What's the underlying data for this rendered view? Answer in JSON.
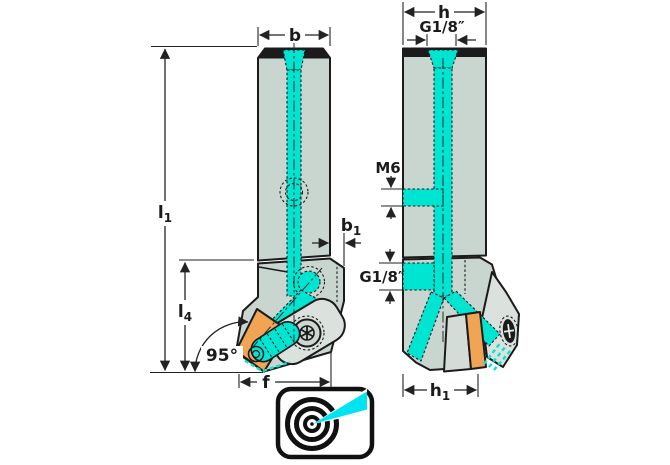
{
  "diagram_type": "tool-holder-dimension-drawing",
  "labels": {
    "b": "b",
    "h": "h",
    "f": "f",
    "angle": "95°",
    "m6": "M6",
    "g18_top": "G1/8″",
    "g18_side": "G1/8″",
    "l1": {
      "base": "l",
      "sub": "1"
    },
    "l4": {
      "base": "l",
      "sub": "4"
    },
    "b1": {
      "base": "b",
      "sub": "1"
    },
    "h1": {
      "base": "h",
      "sub": "1"
    }
  },
  "icon": {
    "name": "precision-coolant-target-icon"
  },
  "colors": {
    "body": "#c9d5cf",
    "body_light": "#dbe2de",
    "coolant": "#00e4d2",
    "insert": "#f2a455",
    "outline": "#1b1b1b",
    "dimension": "#222222",
    "background": "#ffffff"
  }
}
